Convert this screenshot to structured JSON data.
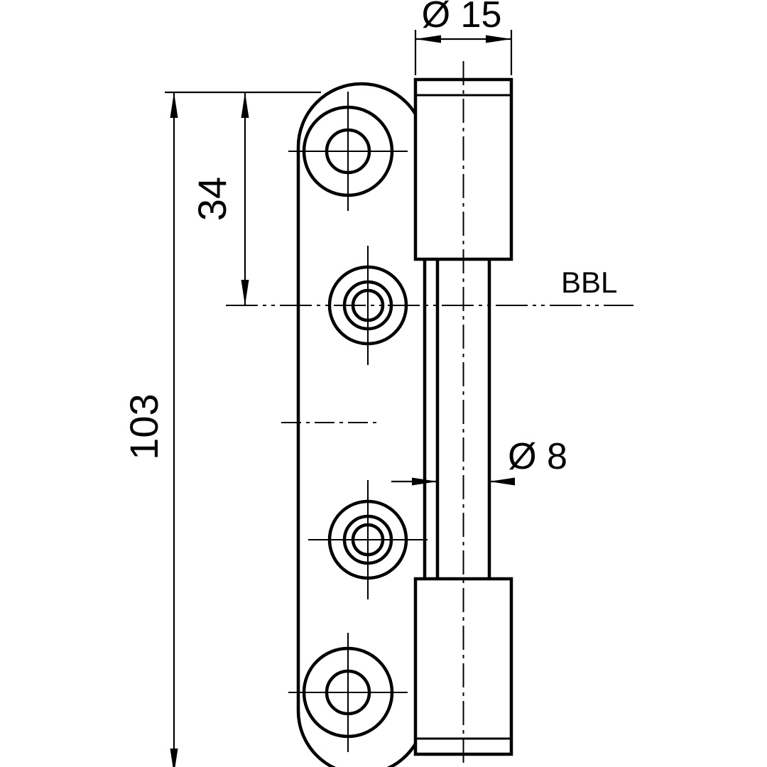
{
  "drawing": {
    "labels": {
      "barrel_diameter": "Ø 15",
      "pin_diameter": "Ø 8",
      "hole_spacing": "34",
      "overall_height": "103",
      "reference_line": "BBL"
    },
    "colors": {
      "line": "#000000",
      "background": "#ffffff"
    }
  }
}
